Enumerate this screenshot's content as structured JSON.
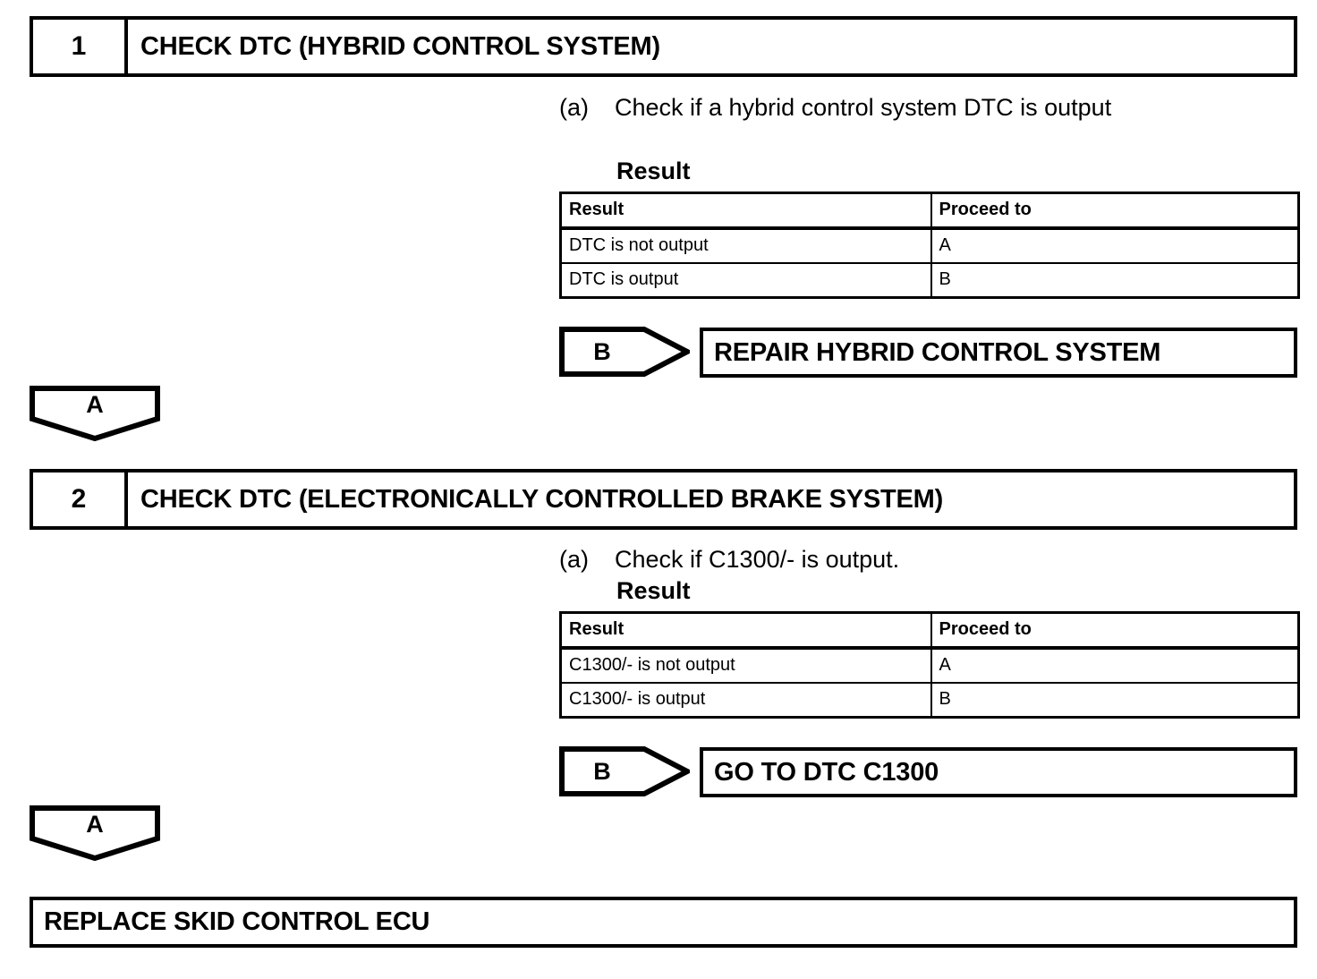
{
  "document": {
    "type": "diagnostic-troubleshooting-flowchart",
    "title": "Hybrid / Brake System DTC Check Flow"
  },
  "steps": [
    {
      "number": "1",
      "title": "CHECK DTC (HYBRID CONTROL SYSTEM)",
      "procedure": {
        "marker": "(a)",
        "text": "Check if a hybrid control system DTC is output"
      },
      "result_caption": "Result",
      "table": {
        "headers": [
          "Result",
          "Proceed to"
        ],
        "rows": [
          [
            "DTC is not output",
            "A"
          ],
          [
            "DTC is output",
            "B"
          ]
        ]
      },
      "branch": {
        "connector_label": "B",
        "action": "REPAIR HYBRID CONTROL SYSTEM"
      },
      "continue_connector": "A"
    },
    {
      "number": "2",
      "title": "CHECK DTC (ELECTRONICALLY CONTROLLED BRAKE SYSTEM)",
      "procedure": {
        "marker": "(a)",
        "text": "Check if C1300/- is output."
      },
      "result_caption": "Result",
      "table": {
        "headers": [
          "Result",
          "Proceed to"
        ],
        "rows": [
          [
            "C1300/- is not output",
            "A"
          ],
          [
            "C1300/- is output",
            "B"
          ]
        ]
      },
      "branch": {
        "connector_label": "B",
        "action": "GO TO DTC C1300"
      },
      "continue_connector": "A"
    }
  ],
  "final_action": "REPLACE SKID CONTROL ECU",
  "colors": {
    "ink": "#000000",
    "paper": "#ffffff"
  }
}
